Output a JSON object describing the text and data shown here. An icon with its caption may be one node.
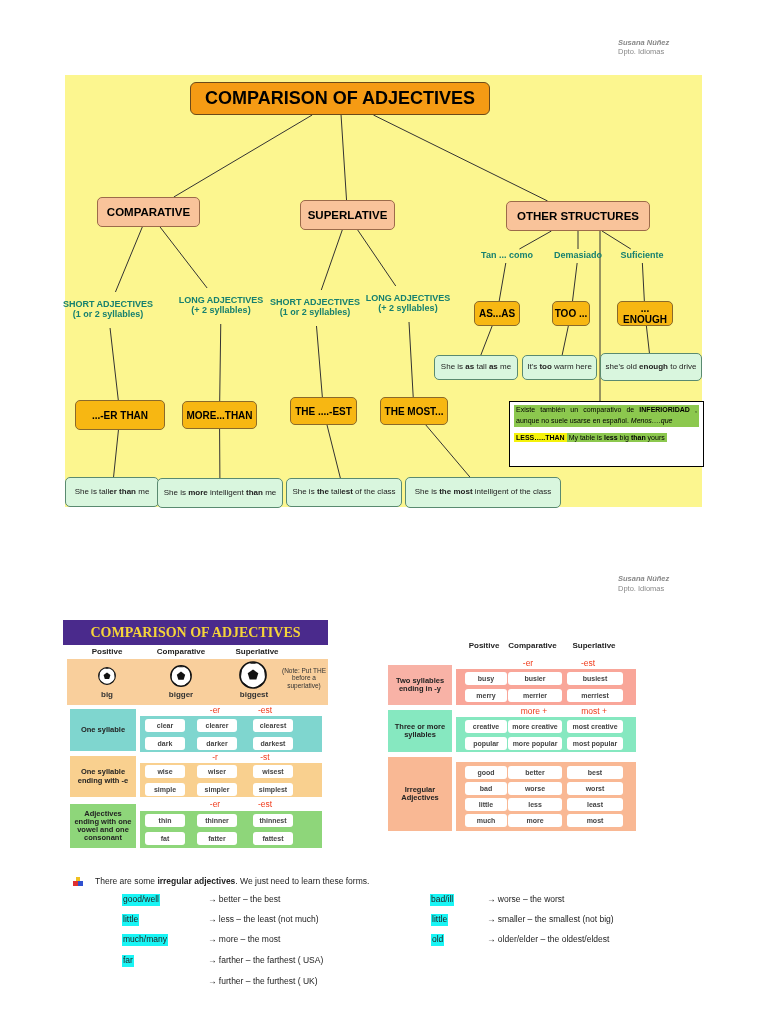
{
  "diagram": {
    "nodes": [
      {
        "text": [
          "COMPARISON OF ADJECTIVES"
        ]
      },
      {
        "text": [
          "COMPARATIVE"
        ]
      },
      {
        "text": [
          "SUPERLATIVE"
        ]
      },
      {
        "text": [
          "OTHER STRUCTURES"
        ]
      },
      {
        "text": [
          "SHORT ADJECTIVES (1 or 2 syllables)"
        ]
      },
      {
        "text": [
          "LONG ADJECTIVES (+ 2 syllables)"
        ]
      },
      {
        "text": [
          "SHORT ADJECTIVES (1 or 2 syllables)"
        ]
      },
      {
        "text": [
          "LONG ADJECTIVES (+ 2 syllables)"
        ]
      },
      {
        "text": [
          "Tan ... como"
        ]
      },
      {
        "text": [
          "Demasiado"
        ]
      },
      {
        "text": [
          "Suficiente"
        ]
      },
      {
        "text": [
          "...-ER THAN"
        ]
      },
      {
        "text": [
          "MORE...THAN"
        ]
      },
      {
        "text": [
          "THE ....-EST"
        ]
      },
      {
        "text": [
          "THE MOST..."
        ]
      },
      {
        "text": [
          "AS...AS"
        ]
      },
      {
        "text": [
          "TOO ..."
        ]
      },
      {
        "text": [
          "... ENOUGH"
        ]
      },
      {
        "text": [
          "She is **as** tall **as** me"
        ]
      },
      {
        "text": [
          "It's **too** warm here"
        ]
      },
      {
        "text": [
          "she's old **enough** to drive"
        ]
      },
      {
        "text": [
          "Existe también un comparativo de **INFERIORIDAD** , aunque no suele usarse en español. *Menos….que*",
          "LESS…..THAN",
          "My table is **less** big **than** yours"
        ]
      },
      {
        "text": [
          "She is tall**er than** me"
        ]
      },
      {
        "text": [
          "She is **more** intelligent **than** me"
        ]
      },
      {
        "text": [
          "She is **the** tall**est** of the class"
        ]
      },
      {
        "text": [
          "She is **the most** intelligent of the class"
        ]
      }
    ],
    "edges": [
      {
        "from": 0,
        "to": 1,
        "arrow": "none"
      },
      {
        "from": 0,
        "to": 2,
        "arrow": "none"
      },
      {
        "from": 0,
        "to": 3,
        "arrow": "none"
      },
      {
        "from": 1,
        "to": 4,
        "arrow": "none"
      },
      {
        "from": 1,
        "to": 5,
        "arrow": "none"
      },
      {
        "from": 2,
        "to": 6,
        "arrow": "none"
      },
      {
        "from": 2,
        "to": 7,
        "arrow": "none"
      },
      {
        "from": 3,
        "to": 8,
        "arrow": "none"
      },
      {
        "from": 3,
        "to": 9,
        "arrow": "none"
      },
      {
        "from": 3,
        "to": 10,
        "arrow": "none"
      },
      {
        "from": 3,
        "to": 21,
        "arrow": "none"
      },
      {
        "from": 4,
        "to": 11,
        "arrow": "none"
      },
      {
        "from": 5,
        "to": 12,
        "arrow": "none"
      },
      {
        "from": 6,
        "to": 13,
        "arrow": "none"
      },
      {
        "from": 7,
        "to": 14,
        "arrow": "none"
      },
      {
        "from": 8,
        "to": 15,
        "arrow": "none"
      },
      {
        "from": 9,
        "to": 16,
        "arrow": "none"
      },
      {
        "from": 10,
        "to": 17,
        "arrow": "none"
      },
      {
        "from": 11,
        "to": 22,
        "arrow": "none"
      },
      {
        "from": 12,
        "to": 23,
        "arrow": "none"
      },
      {
        "from": 13,
        "to": 24,
        "arrow": "none"
      },
      {
        "from": 14,
        "to": 25,
        "arrow": "none"
      },
      {
        "from": 15,
        "to": 18,
        "arrow": "none"
      },
      {
        "from": 16,
        "to": 19,
        "arrow": "none"
      },
      {
        "from": 17,
        "to": 20,
        "arrow": "none"
      }
    ],
    "labels": [
      "Susana Núñez",
      "Dpto. Idiomas",
      "Susana Núñez",
      "Dpto. Idiomas",
      "COMPARISON OF ADJECTIVES",
      "Positive",
      "Comparative",
      "Superlative",
      "big",
      "bigger",
      "biggest",
      "(Note: Put THE before a superlative)",
      "-er",
      "-est",
      "One syllable",
      "clear",
      "clearer",
      "clearest",
      "dark",
      "darker",
      "darkest",
      "-r",
      "-st",
      "One syllable ending with -e",
      "wise",
      "wiser",
      "wisest",
      "simple",
      "simpler",
      "simplest",
      "-er",
      "-est",
      "Adjectives ending with one vowel and one consonant",
      "thin",
      "thinner",
      "thinnest",
      "fat",
      "fatter",
      "fattest",
      "Positive",
      "Comparative",
      "Superlative",
      "-er",
      "-est",
      "Two syllables ending in -y",
      "busy",
      "busier",
      "busiest",
      "merry",
      "merrier",
      "merriest",
      "more +",
      "most +",
      "Three or more syllables",
      "creative",
      "more creative",
      "most creative",
      "popular",
      "more popular",
      "most popular",
      "Irregular Adjectives",
      "good",
      "better",
      "best",
      "bad",
      "worse",
      "worst",
      "little",
      "less",
      "least",
      "much",
      "more",
      "most",
      "There are some **irregular adjectives**. We just need to learn these forms.",
      "good/well",
      "→ better – the best",
      "bad/ill",
      "→ worse – the worst",
      "little",
      "→ less – the least (not much)",
      "little",
      "→ smaller – the smallest (not big)",
      "much/many",
      "→ more – the most",
      "old",
      "→ older/elder – the oldest/eldest",
      "far",
      "→ farther – the farthest ( USA)",
      "→ further – the furthest ( UK)"
    ]
  }
}
